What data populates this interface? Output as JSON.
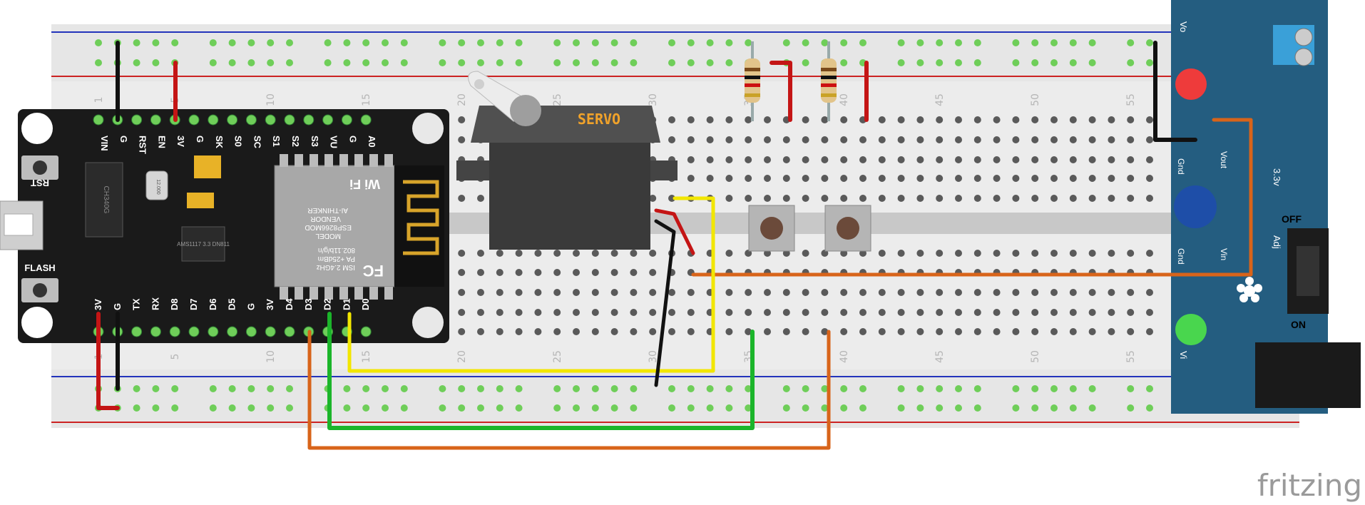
{
  "watermark": "fritzing",
  "breadboard": {
    "columns_top": [
      "1",
      "5",
      "10",
      "15",
      "20",
      "25",
      "30",
      "35",
      "40",
      "45",
      "50",
      "55"
    ],
    "columns_bottom": [
      "1",
      "5",
      "10",
      "15",
      "20",
      "25",
      "30",
      "35",
      "40",
      "45",
      "50",
      "55"
    ]
  },
  "nodemcu": {
    "top_pins": [
      "VIN",
      "G",
      "RST",
      "EN",
      "3V",
      "G",
      "SK",
      "S0",
      "SC",
      "S1",
      "S2",
      "S3",
      "VU",
      "G",
      "A0"
    ],
    "bottom_pins": [
      "3V",
      "G",
      "TX",
      "RX",
      "D8",
      "D7",
      "D6",
      "D5",
      "G",
      "3V",
      "D4",
      "D3",
      "D2",
      "D1",
      "D0"
    ],
    "rst_label": "RST",
    "flash_label": "FLASH",
    "ch340_text": "CH340G",
    "regulator_text": "AMS1117 3.3 DN811",
    "crystal_text": "12.000",
    "module": {
      "line1": "MODEL",
      "line2": "ESP8266MOD",
      "line3": "VENDOR",
      "line4": "AI-THINKER",
      "line5": "ISM 2.4GHz",
      "line6": "PA +25dBm",
      "line7": "802.11b/g/n",
      "fc": "FC",
      "wifi": "Wi Fi"
    }
  },
  "servo": {
    "label": "SERVO"
  },
  "power_module": {
    "labels": {
      "vo": "Vo",
      "vi": "Vi",
      "gnd_top": "Gnd",
      "vout": "Vout",
      "gnd_bottom": "Gnd",
      "vin": "Vin",
      "v33": "3.3v",
      "adj": "Adj",
      "off": "OFF",
      "on": "ON"
    }
  },
  "colors": {
    "wire_black": "#111111",
    "wire_red": "#c41515",
    "wire_yellow": "#f2e600",
    "wire_orange": "#d8641a",
    "wire_green": "#1bb52a",
    "board_pcb": "#1a1a1a",
    "power_pcb": "#245d80"
  }
}
